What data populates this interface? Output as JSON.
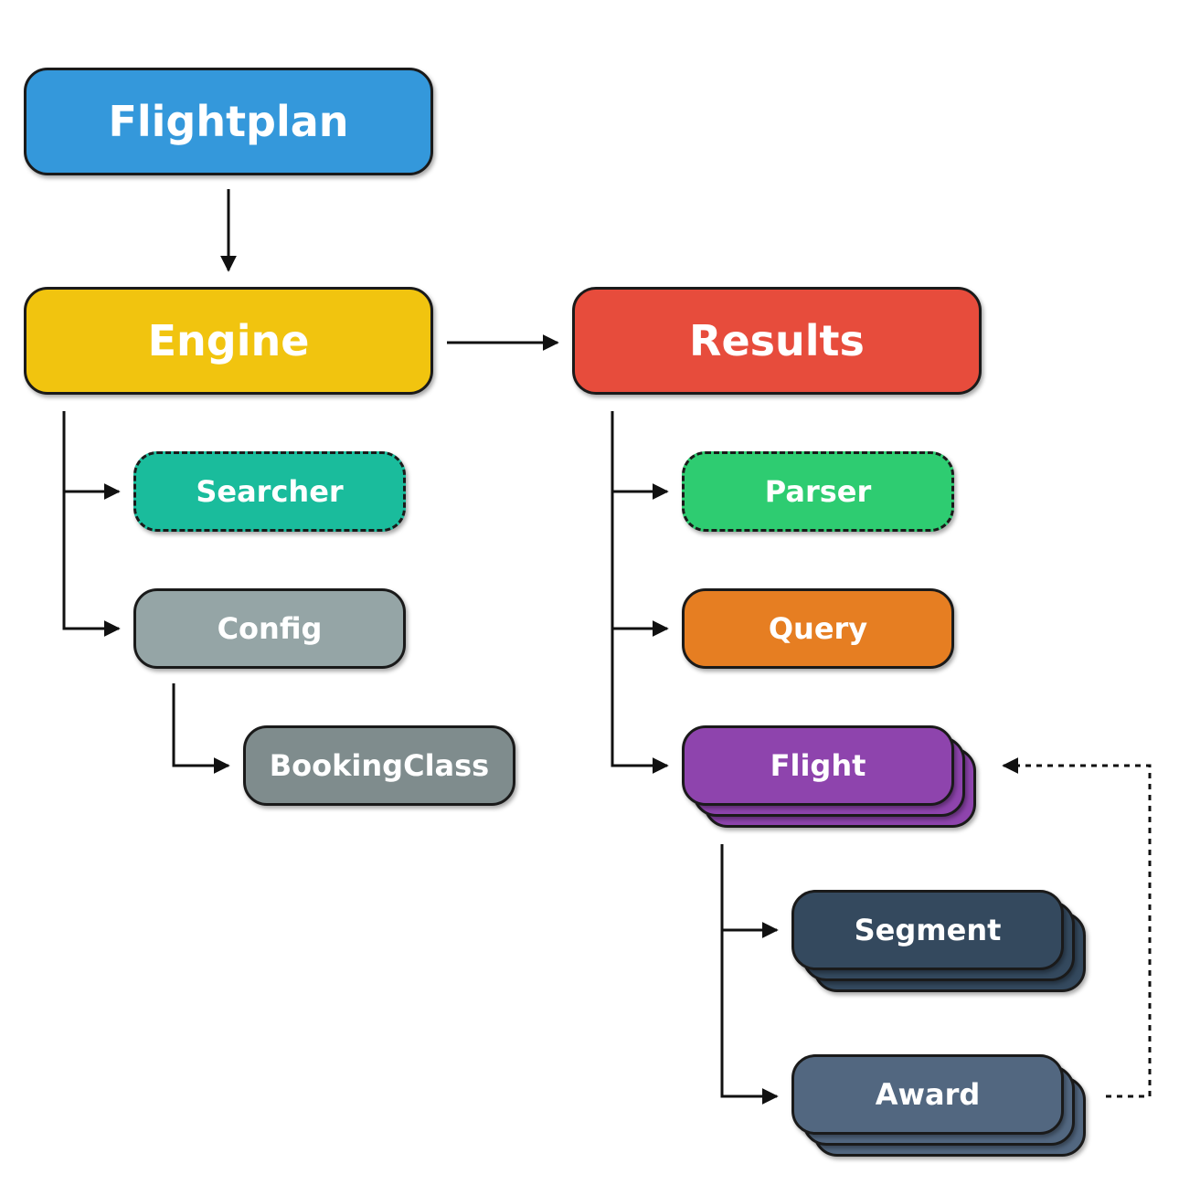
{
  "nodes": {
    "flightplan": {
      "label": "Flightplan",
      "color": "#3498db"
    },
    "engine": {
      "label": "Engine",
      "color": "#f1c40f"
    },
    "results": {
      "label": "Results",
      "color": "#e74c3c"
    },
    "searcher": {
      "label": "Searcher",
      "color": "#1abc9c",
      "style": "dashed"
    },
    "config": {
      "label": "Config",
      "color": "#95a5a6"
    },
    "booking_class": {
      "label": "BookingClass",
      "color": "#7f8c8d"
    },
    "parser": {
      "label": "Parser",
      "color": "#2ecc71",
      "style": "dashed"
    },
    "query": {
      "label": "Query",
      "color": "#e67e22"
    },
    "flight": {
      "label": "Flight",
      "color": "#8e44ad",
      "stacked": true
    },
    "segment": {
      "label": "Segment",
      "color": "#34495e",
      "stacked": true
    },
    "award": {
      "label": "Award",
      "color": "#526780",
      "stacked": true
    }
  },
  "edges": [
    {
      "from": "flightplan",
      "to": "engine",
      "style": "solid"
    },
    {
      "from": "engine",
      "to": "results",
      "style": "solid"
    },
    {
      "from": "engine",
      "to": "searcher",
      "style": "solid"
    },
    {
      "from": "engine",
      "to": "config",
      "style": "solid"
    },
    {
      "from": "config",
      "to": "booking_class",
      "style": "solid"
    },
    {
      "from": "results",
      "to": "parser",
      "style": "solid"
    },
    {
      "from": "results",
      "to": "query",
      "style": "solid"
    },
    {
      "from": "results",
      "to": "flight",
      "style": "solid"
    },
    {
      "from": "flight",
      "to": "segment",
      "style": "solid"
    },
    {
      "from": "flight",
      "to": "award",
      "style": "solid"
    },
    {
      "from": "award",
      "to": "flight",
      "style": "dashed"
    }
  ]
}
